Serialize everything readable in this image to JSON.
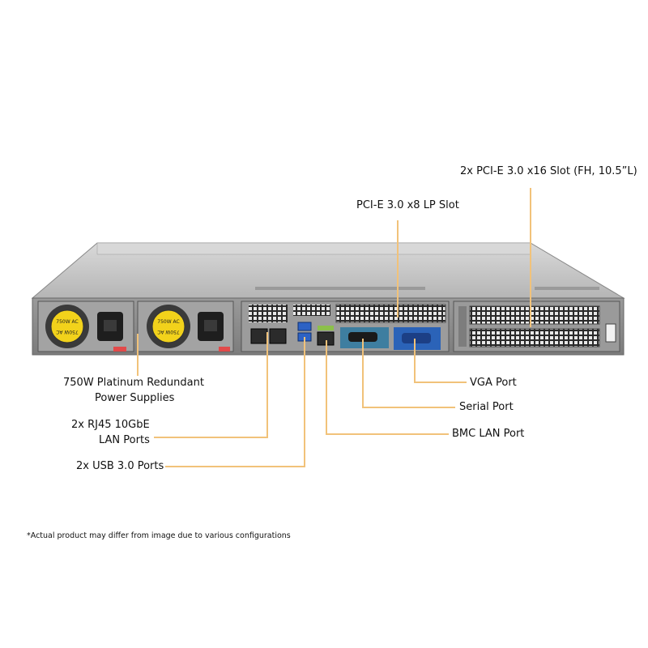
{
  "callouts": {
    "pcie_x16": "2x PCI-E 3.0 x16 Slot (FH, 10.5”L)",
    "pcie_x8": "PCI-E 3.0 x8 LP Slot",
    "psu_line1": "750W Platinum Redundant",
    "psu_line2": "Power Supplies",
    "rj45_line1": "2x RJ45 10GbE",
    "rj45_line2": "LAN Ports",
    "usb": "2x USB 3.0 Ports",
    "vga": "VGA Port",
    "serial": "Serial Port",
    "bmc": "BMC LAN Port"
  },
  "psu_badge": "750W AC",
  "disclaimer": "*Actual product may differ from image due to various configurations",
  "colors": {
    "callout_line": "#f1c27a",
    "chassis_top": "#c9c9c9",
    "chassis_rear": "#8d8d8d",
    "fan_yellow": "#f2d21b"
  }
}
